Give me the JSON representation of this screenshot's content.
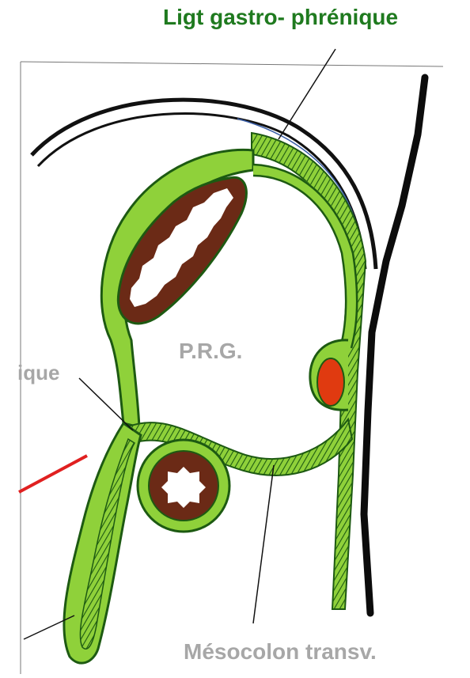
{
  "labels": {
    "gastro_phrenic_ligament": "Ligt gastro- phrénique",
    "prg": "P.R.G.",
    "partial_left_label": "ique",
    "transverse_mesocolon": "Mésocolon transv."
  },
  "colors": {
    "peritoneum_green": "#8fd13a",
    "peritoneum_dark_outline": "#1d5a12",
    "pale_fill": "#e8f5c8",
    "organ_brown": "#6b2a16",
    "vessel_red": "#e03a10",
    "label_green": "#1f7a1f",
    "label_gray": "#a7a7a7",
    "cut_line_red": "#e02020"
  }
}
